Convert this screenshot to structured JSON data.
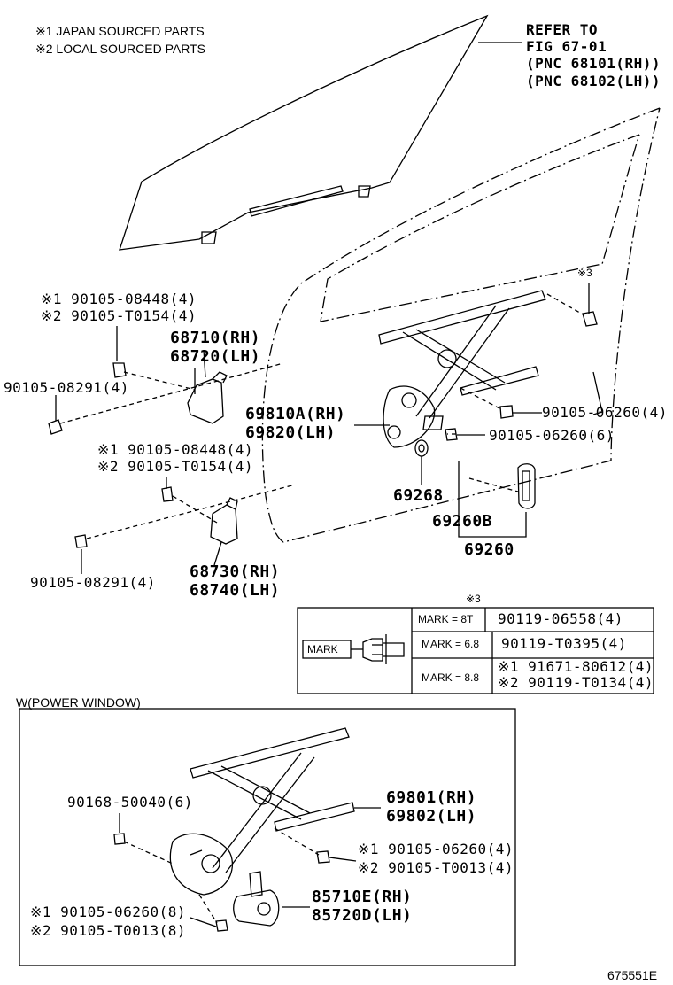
{
  "notes": {
    "note1": "※1  JAPAN SOURCED PARTS",
    "note2": "※2  LOCAL SOURCED PARTS"
  },
  "refer": {
    "line1": "REFER TO",
    "line2": "FIG 67-01",
    "line3": "(PNC 68101(RH))",
    "line4": "(PNC 68102(LH))"
  },
  "callouts": {
    "star3_top": "※3",
    "p1a": "※1 90105-08448(4)",
    "p1b": "※2 90105-T0154(4)",
    "hinge_up_rh": "68710(RH)",
    "hinge_up_lh": "68720(LH)",
    "bolt_up": "90105-08291(4)",
    "reg_rh": "69810A(RH)",
    "reg_lh": "69820(LH)",
    "bolt_r1": "90105-06260(4)",
    "bolt_r2": "90105-06260(6)",
    "p2a": "※1 90105-08448(4)",
    "p2b": "※2 90105-T0154(4)",
    "p69268": "69268",
    "p69260b": "69260B",
    "p69260": "69260",
    "bolt_low": "90105-08291(4)",
    "hinge_lo_rh": "68730(RH)",
    "hinge_lo_lh": "68740(LH)",
    "code": "675551E"
  },
  "mark_table": {
    "header": "※3",
    "mark_label": "MARK",
    "rows": [
      {
        "mark": "MARK = 8T",
        "part1": "90119-06558(4)",
        "part2": ""
      },
      {
        "mark": "MARK = 6.8",
        "part1": "90119-T0395(4)",
        "part2": ""
      },
      {
        "mark": "MARK = 8.8",
        "part1": "※1 91671-80612(4)",
        "part2": "※2 90119-T0134(4)"
      }
    ]
  },
  "power_window": {
    "title": "W(POWER WINDOW)",
    "p_a": "90168-50040(6)",
    "reg_rh": "69801(RH)",
    "reg_lh": "69802(LH)",
    "bolt_a1": "※1 90105-06260(4)",
    "bolt_a2": "※2 90105-T0013(4)",
    "motor_rh": "85710E(RH)",
    "motor_lh": "85720D(LH)",
    "bolt_b1": "※1 90105-06260(8)",
    "bolt_b2": "※2 90105-T0013(8)"
  }
}
